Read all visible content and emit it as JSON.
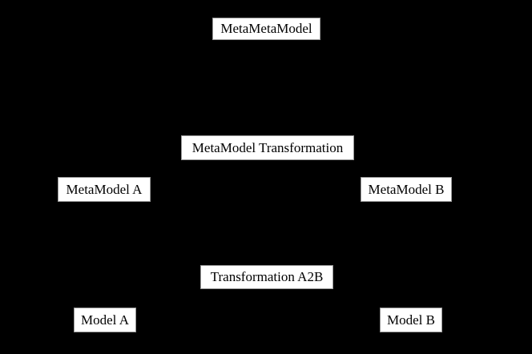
{
  "diagram": {
    "nodes": [
      {
        "id": "metametamodel",
        "label": "MetaMetaModel"
      },
      {
        "id": "metamodel-transformation",
        "label": "MetaModel Transformation"
      },
      {
        "id": "metamodel-a",
        "label": "MetaModel A"
      },
      {
        "id": "metamodel-b",
        "label": "MetaModel B"
      },
      {
        "id": "transformation-a2b",
        "label": "Transformation A2B"
      },
      {
        "id": "model-a",
        "label": "Model A"
      },
      {
        "id": "model-b",
        "label": "Model B"
      }
    ],
    "colors": {
      "background": "#000000",
      "node_fill": "#ffffff",
      "node_border": "#999999",
      "node_text": "#000000"
    }
  }
}
